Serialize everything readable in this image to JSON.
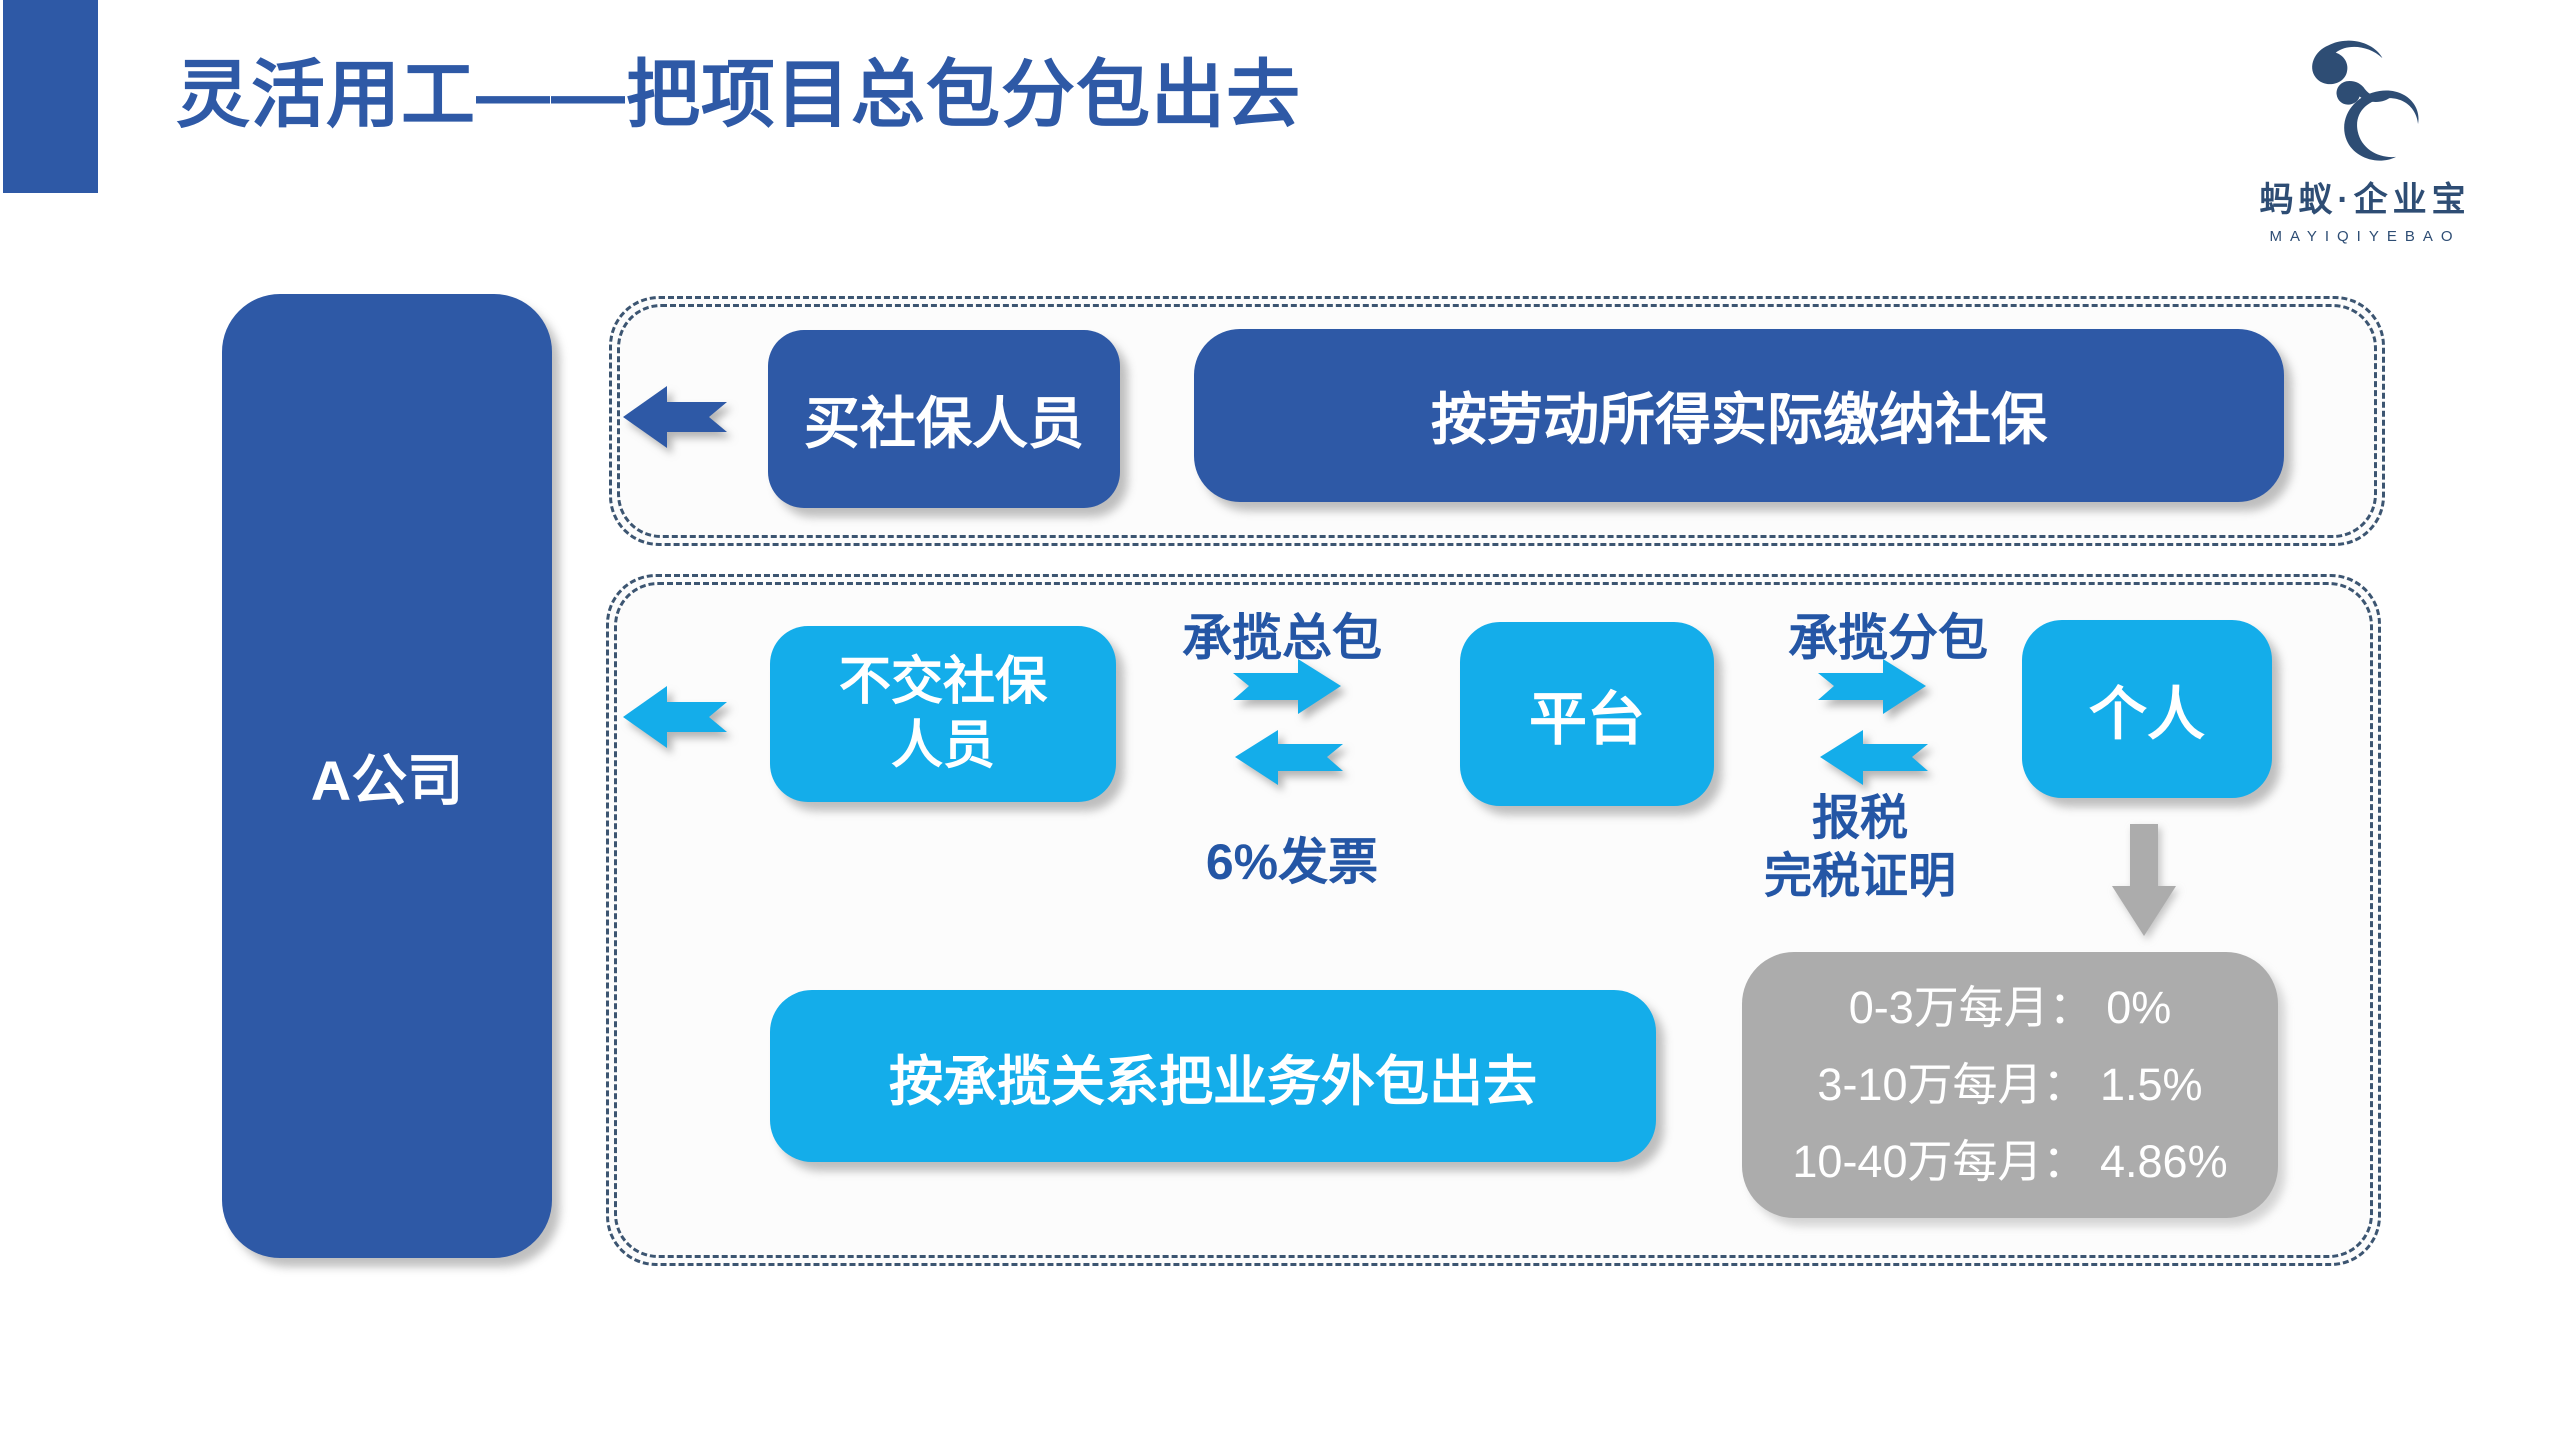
{
  "slide": {
    "title": "灵活用工——把项目总包分包出去",
    "logo": {
      "cn": "蚂蚁·企业宝",
      "en": "MAYIQIYEBAO"
    },
    "company": "A公司",
    "insured": {
      "person": "买社保人员",
      "policy": "按劳动所得实际缴纳社保"
    },
    "uninsured": {
      "person_line1": "不交社保",
      "person_line2": "人员",
      "contract": "承揽总包",
      "invoice": "6%发票",
      "platform": "平台",
      "subcontract": "承揽分包",
      "tax_line1": "报税",
      "tax_line2": "完税证明",
      "individual": "个人",
      "outsource": "按承揽关系把业务外包出去",
      "rates": [
        "0-3万每月： 0%",
        "3-10万每月： 1.5%",
        "10-40万每月： 4.86%"
      ]
    },
    "colors": {
      "dark_blue": "#2E59A6",
      "light_blue": "#14ADEA",
      "gray": "#ACACAC",
      "border_navy": "#3C5571",
      "logo_navy": "#2E4D74"
    }
  }
}
